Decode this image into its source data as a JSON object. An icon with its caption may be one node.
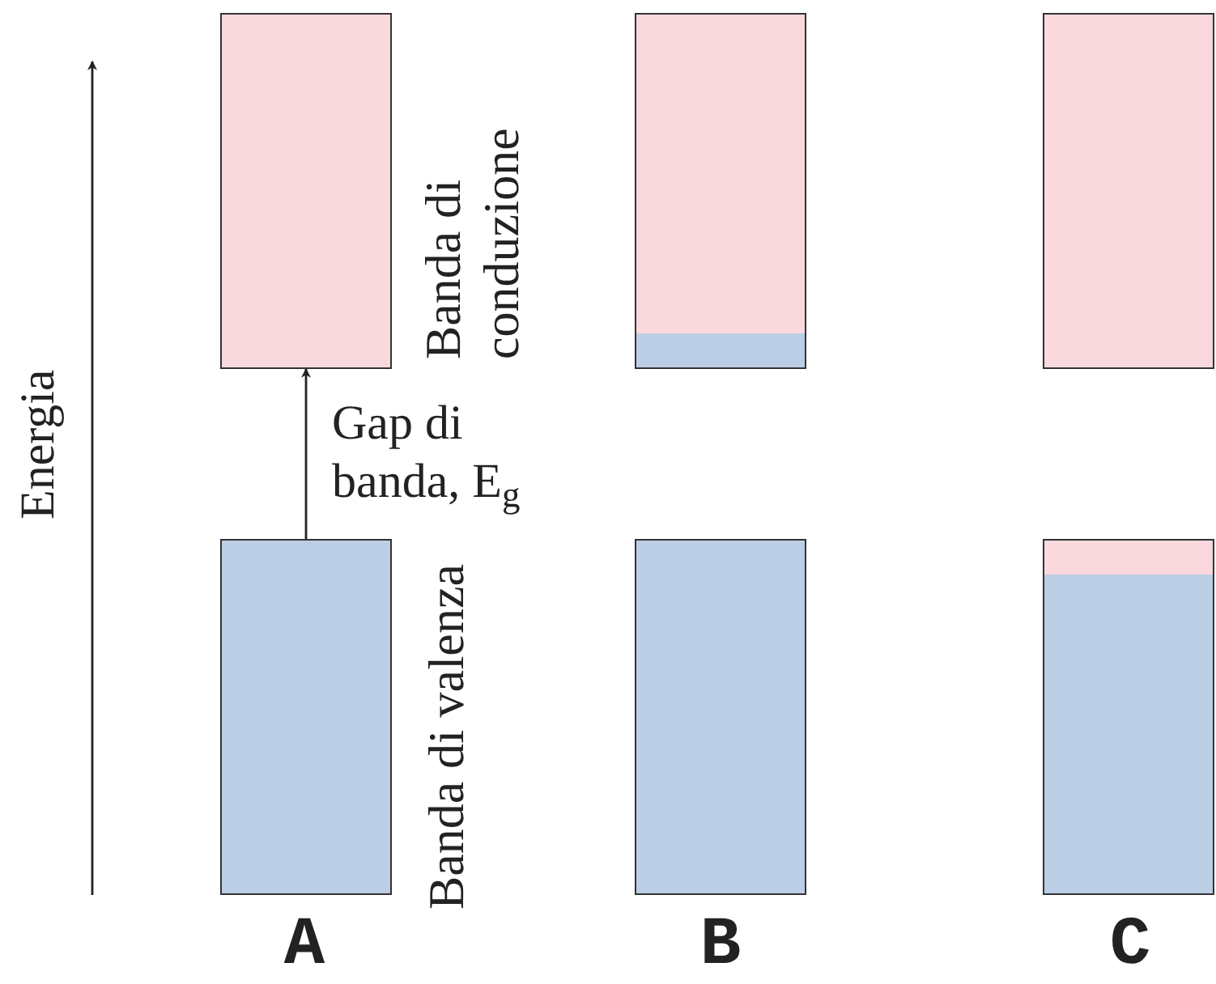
{
  "diagram": {
    "nodes": [
      {
        "text": [],
        "shape": "box",
        "beside": [
          "Banda di conduzione"
        ]
      },
      {
        "text": [],
        "shape": "box",
        "beside": [
          "Banda di valenza"
        ]
      },
      {
        "text": [],
        "shape": "box"
      },
      {
        "text": [],
        "shape": "box"
      },
      {
        "text": [],
        "shape": "box"
      },
      {
        "text": [],
        "shape": "box"
      }
    ],
    "edges": [
      {
        "from": 1,
        "to": 0,
        "arrow": "to",
        "label": "Gap di banda, E$_{g}$"
      }
    ],
    "labels": [
      "Energia",
      "A",
      "B",
      "C"
    ]
  }
}
